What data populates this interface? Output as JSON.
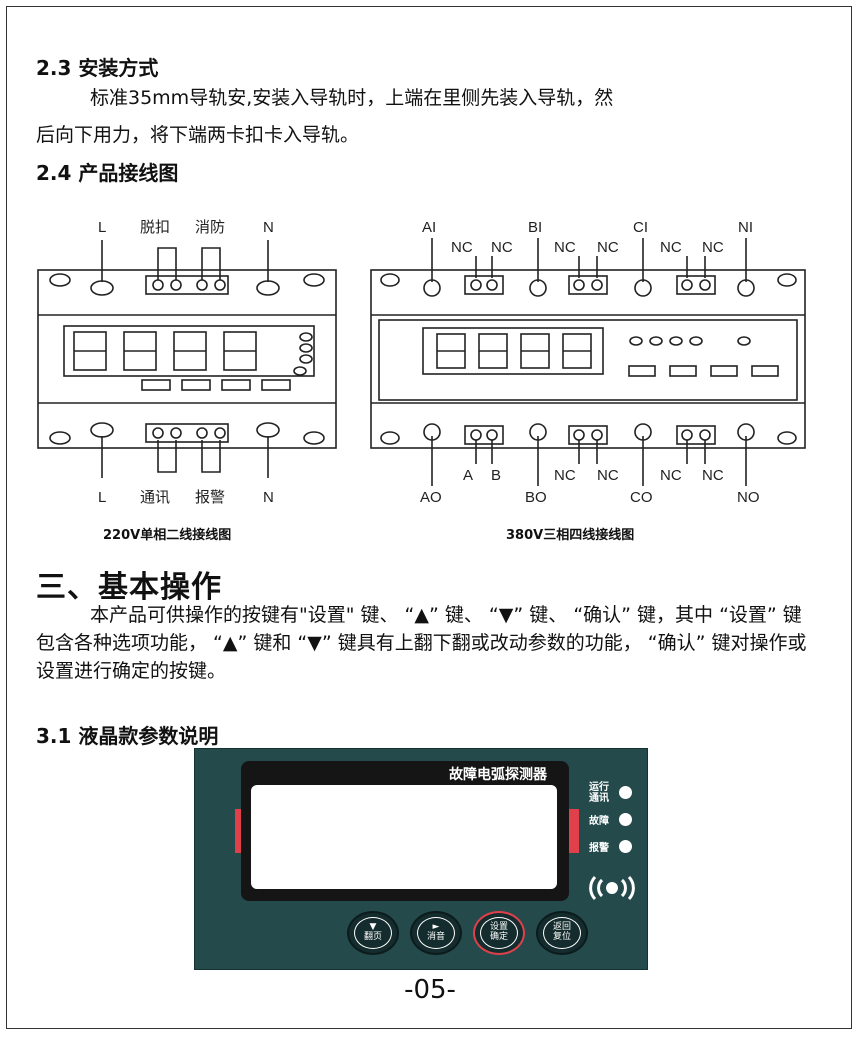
{
  "sec23": {
    "title": "2.3  安装方式",
    "line1": "标准35mm导轨安,安装入导轨时，上端在里侧先装入导轨，然",
    "line2": "后向下用力，将下端两卡扣卡入导轨。"
  },
  "sec24": {
    "title": "2.4  产品接线图"
  },
  "diagram220": {
    "top_labels": {
      "l": "L",
      "trip": "脱扣",
      "fire": "消防",
      "n": "N"
    },
    "bottom_labels": {
      "l": "L",
      "comm": "通讯",
      "alarm": "报警",
      "n": "N"
    },
    "caption": "220V单相二线接线图"
  },
  "diagram380": {
    "top_labels": {
      "a": "AI",
      "b": "BI",
      "c": "CI",
      "n": "NI",
      "nc": "NC"
    },
    "bottom_labels": {
      "a": "AO",
      "b": "BO",
      "c": "CO",
      "n": "NO",
      "A": "A",
      "B": "B",
      "nc": "NC"
    },
    "caption": "380V三相四线接线图"
  },
  "sec3": {
    "title": "三、基本操作",
    "body": "本产品可供操作的按键有\"设置\" 键、 “▲” 键、 “▼” 键、 “确认” 键，其中 “设置” 键包含各种选项功能， “▲” 键和 “▼” 键具有上翻下翻或改动参数的功能， “确认” 键对操作或设置进行确定的按键。"
  },
  "sec31": {
    "title": "3.1  液晶款参数说明"
  },
  "panel": {
    "lcd_title": "故障电弧探测器",
    "led_run": "运行",
    "led_comm": "通讯",
    "led_fault": "故障",
    "led_alarm": "报警",
    "buttons": [
      {
        "symbol": "▼",
        "label": "翻页"
      },
      {
        "symbol": "►",
        "label": "消音"
      },
      {
        "symbol": "设置",
        "label": "确定"
      },
      {
        "symbol": "返回",
        "label": "复位"
      }
    ],
    "colors": {
      "panel": "#244a4c",
      "accent": "#e0404a"
    }
  },
  "page_number": "-05-"
}
